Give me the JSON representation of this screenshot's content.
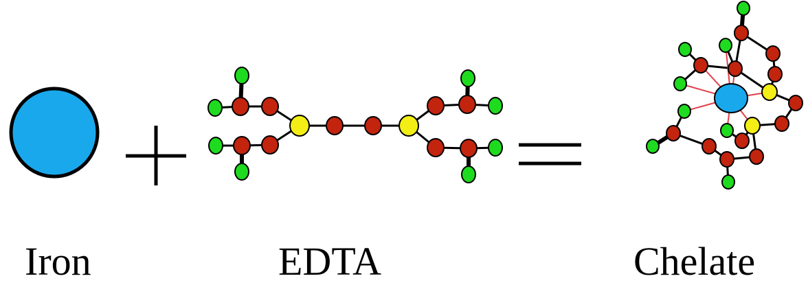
{
  "colors": {
    "iron": "#1aa8ec",
    "carbon": "#c2240e",
    "oxygen": "#1fdb1f",
    "nitrogen": "#f3ee16",
    "coordination_bond": "#e0404a",
    "bond": "#000000"
  },
  "labels": {
    "iron": "Iron",
    "edta": "EDTA",
    "chelate": "Chelate"
  },
  "operators": {
    "plus": "plus-sign",
    "equals": "equals-sign"
  }
}
